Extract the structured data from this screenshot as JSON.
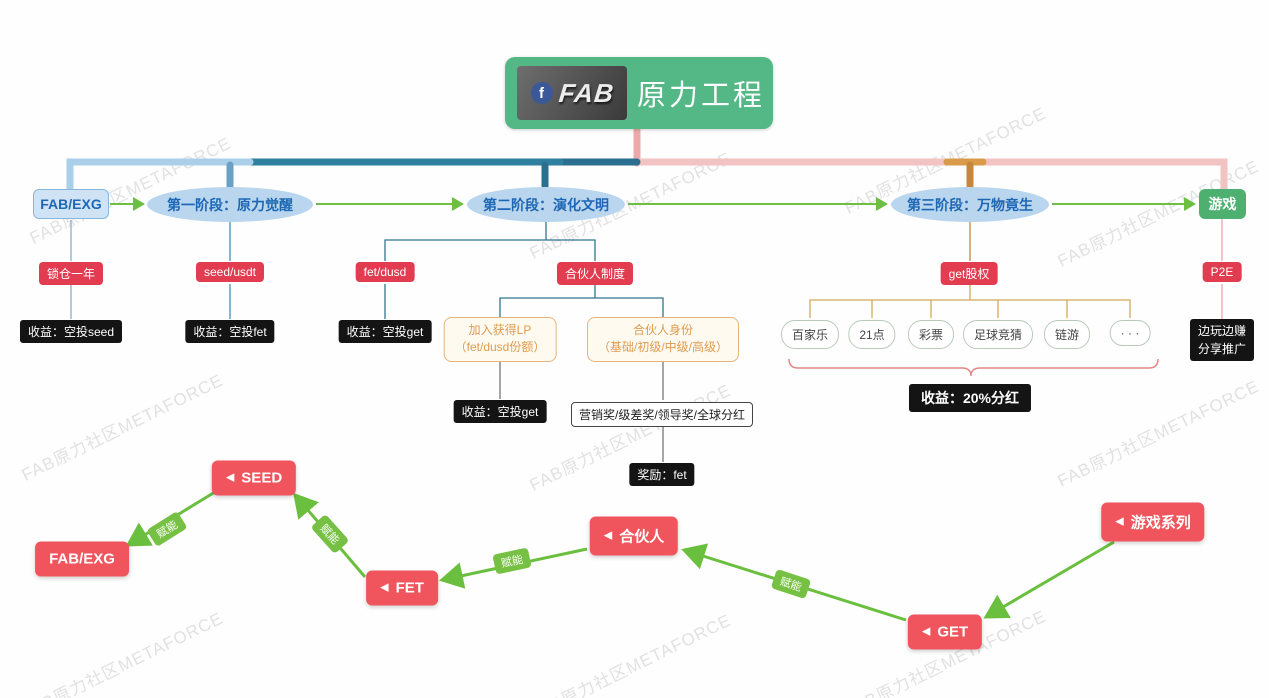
{
  "colors": {
    "title_green": "#53b886",
    "node_blue_fill": "#b9d6ee",
    "node_blue_text": "#1d67b5",
    "game_green": "#4db070",
    "tag_red": "#e23c50",
    "tag_black": "#141414",
    "orange_box_text": "#df9b50",
    "flow_red": "#f0545c",
    "arrow_green": "#6abf3e",
    "empower_green": "#76c043",
    "branch_pink": "#f2c3c3",
    "branch_lightblue": "#a9cfe9",
    "branch_teal": "#2f7f9e",
    "branch_orange": "#c8863c"
  },
  "watermark": {
    "text": "FAB原力社区METAFORCE"
  },
  "title": {
    "logo_f": "f",
    "logo_text": "FAB",
    "label": "原力工程"
  },
  "row": {
    "fab_exg": "FAB/EXG",
    "stage1": "第一阶段：原力觉醒",
    "stage2": "第二阶段：演化文明",
    "stage3": "第三阶段：万物竟生",
    "game": "游戏"
  },
  "fab_branch": {
    "tag": "锁仓一年",
    "benefit": "收益：空投seed"
  },
  "stage1_branch": {
    "tag": "seed/usdt",
    "benefit": "收益：空投fet"
  },
  "stage2_branch": {
    "pool_tag": "fet/dusd",
    "pool_benefit": "收益：空投get",
    "partner_tag": "合伙人制度",
    "lp_title": "加入获得LP",
    "lp_sub": "（fet/dusd份额）",
    "lp_benefit": "收益：空投get",
    "identity_title": "合伙人身份",
    "identity_sub": "（基础/初级/中级/高级）",
    "awards": "营销奖/级差奖/领导奖/全球分红",
    "reward": "奖励：fet"
  },
  "stage3_branch": {
    "tag": "get股权",
    "games": [
      "百家乐",
      "21点",
      "彩票",
      "足球竞猜",
      "链游",
      "· · ·"
    ],
    "benefit": "收益：20%分红"
  },
  "game_branch": {
    "tag": "P2E",
    "benefit_line1": "边玩边赚",
    "benefit_line2": "分享推广"
  },
  "flow": {
    "arrow_icon": "◀",
    "empower": "赋能",
    "seed": "SEED",
    "fab_exg": "FAB/EXG",
    "fet": "FET",
    "partner": "合伙人",
    "get": "GET",
    "games": "游戏系列"
  }
}
